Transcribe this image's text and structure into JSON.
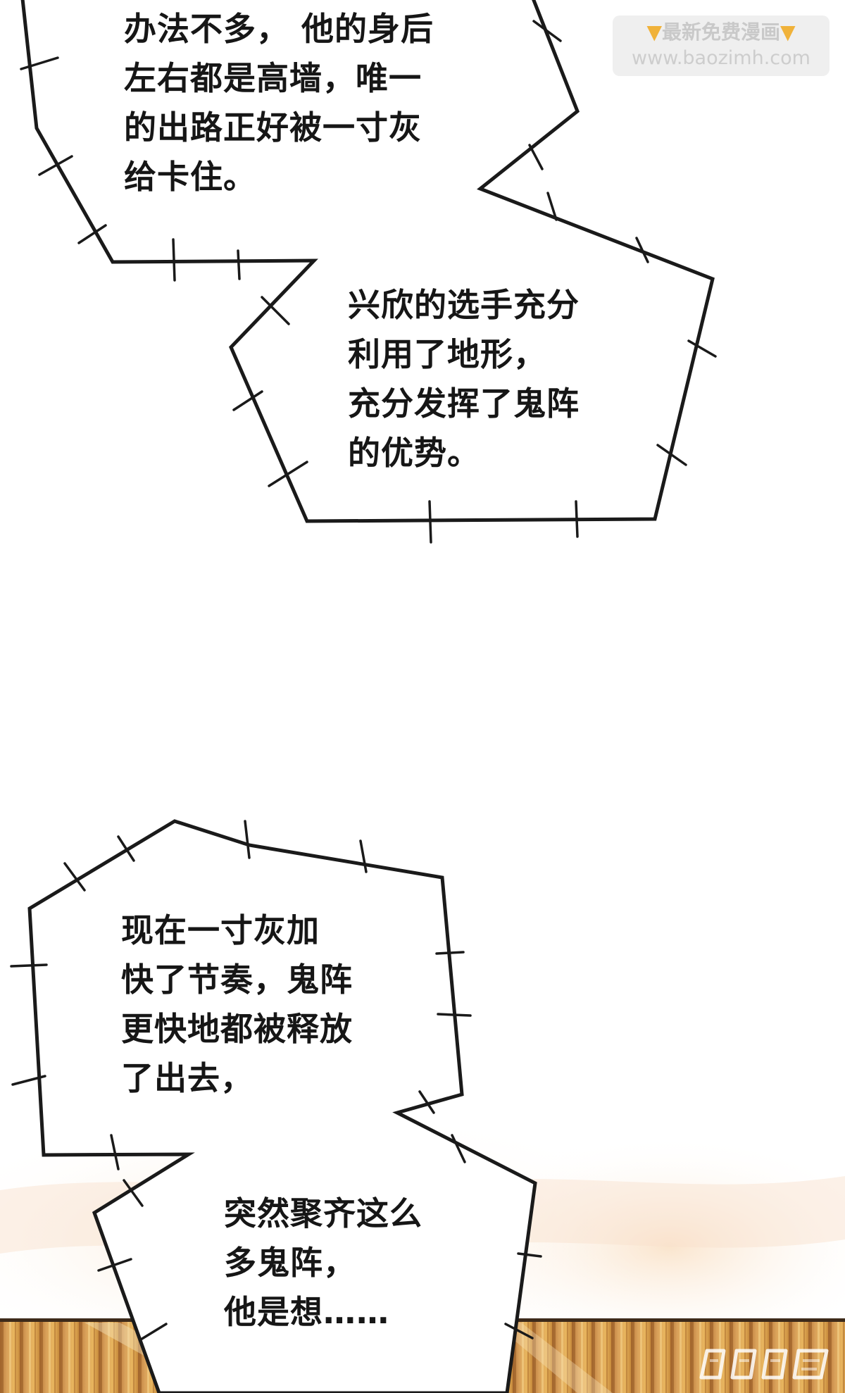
{
  "captions": [
    {
      "lines": [
        "办法不多， 他的身后",
        "左右都是高墙，唯一",
        "的出路正好被一寸灰",
        "给卡住。"
      ]
    },
    {
      "lines": [
        "兴欣的选手充分",
        "利用了地形，",
        "充分发挥了鬼阵",
        "的优势。"
      ]
    },
    {
      "lines": [
        "现在一寸灰加",
        "快了节奏，鬼阵",
        "更快地都被释放",
        "了出去，"
      ]
    },
    {
      "lines": [
        "突然聚齐这么",
        "多鬼阵，",
        "他是想……"
      ]
    }
  ],
  "watermark": {
    "title": "最新免费漫画",
    "url": "www.baozimh.com",
    "icon": "pointing-hand-emoji"
  },
  "studio_logo": {
    "text": "",
    "icon": "studio-logo"
  },
  "colors": {
    "bubble_stroke": "#1a1a1a",
    "bubble_fill": "#ffffff",
    "text": "#161616",
    "floor_wood": "#c98a3a",
    "glow": "#f3c08f"
  }
}
